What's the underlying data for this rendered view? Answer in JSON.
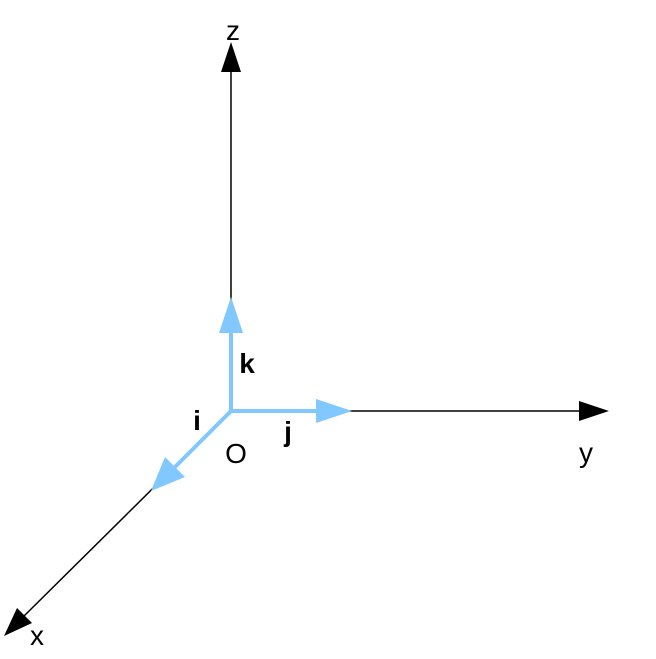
{
  "diagram": {
    "axes": {
      "z": {
        "label": "z"
      },
      "y": {
        "label": "y"
      },
      "x": {
        "label": "x"
      }
    },
    "origin": {
      "label": "O"
    },
    "unit_vectors": {
      "i": {
        "label": "i"
      },
      "j": {
        "label": "j"
      },
      "k": {
        "label": "k"
      }
    },
    "colors": {
      "axis": "#000000",
      "unit_vector": "#80c8ff"
    }
  }
}
